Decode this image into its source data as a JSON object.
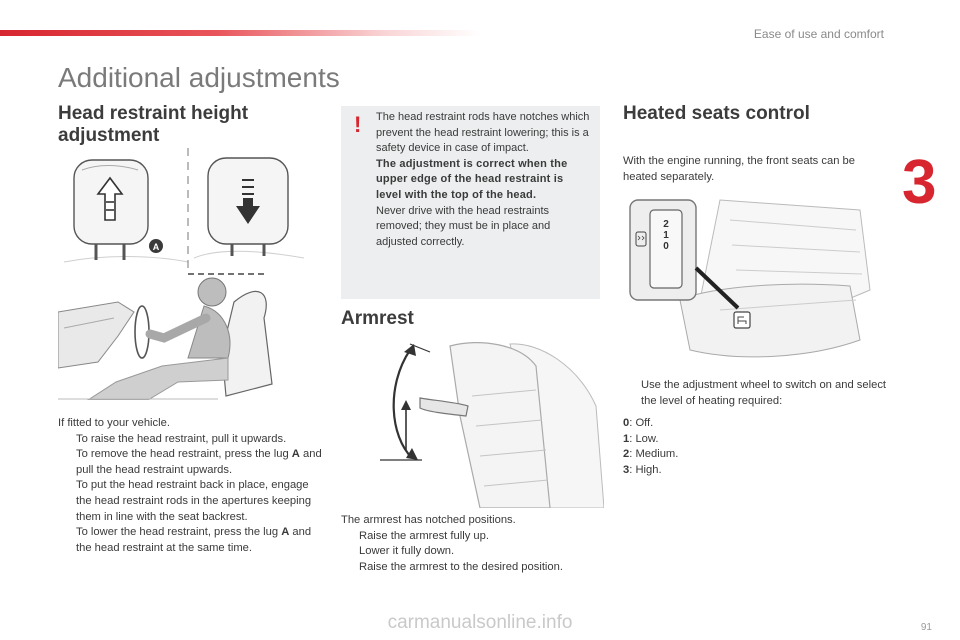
{
  "header": {
    "section": "Ease of use and comfort",
    "chapter": "3"
  },
  "page_title": "Additional adjustments",
  "head_restraint": {
    "title_line1": "Head restraint height",
    "title_line2": "adjustment",
    "lug_label": "A",
    "intro": "If fitted to your vehicle.",
    "bullet_symbol": "",
    "b1": "To raise the head restraint, pull it upwards.",
    "b2a": "To remove the head restraint, press the lug ",
    "b2_lug": "A",
    "b2b": " and pull the head restraint upwards.",
    "b3": "To put the head restraint back in place, engage the head restraint rods in the apertures keeping them in line with the seat backrest.",
    "b4a": "To lower the head restraint, press the lug ",
    "b4_lug": "A",
    "b4b": " and the head restraint at the same time."
  },
  "warning": {
    "mark": "!",
    "p1": "The head restraint rods have notches which prevent the head restraint lowering; this is a safety device in case of impact.",
    "p2": "The adjustment is correct when the upper edge of the head restraint is level with the top of the head.",
    "p3": "Never drive with the head restraints removed; they must be in place and adjusted correctly."
  },
  "armrest": {
    "title": "Armrest",
    "intro": "The armrest has notched positions.",
    "b1": "Raise the armrest fully up.",
    "b2": "Lower it fully down.",
    "b3": "Raise the armrest to the desired position."
  },
  "heated": {
    "title": "Heated seats control",
    "intro": "With the engine running, the front seats can be heated separately.",
    "wheel_labels": [
      "2",
      "1",
      "0"
    ],
    "b1": "Use the adjustment wheel to switch on and select the level of heating required:",
    "levels": [
      {
        "num": "0",
        "text": ": Off."
      },
      {
        "num": "1",
        "text": ": Low."
      },
      {
        "num": "2",
        "text": ": Medium."
      },
      {
        "num": "3",
        "text": ": High."
      }
    ]
  },
  "footer": {
    "page_number": "91",
    "watermark": "carmanualsonline.info"
  },
  "colors": {
    "accent_red": "#d7262f",
    "warning_bg": "#eceeef"
  }
}
